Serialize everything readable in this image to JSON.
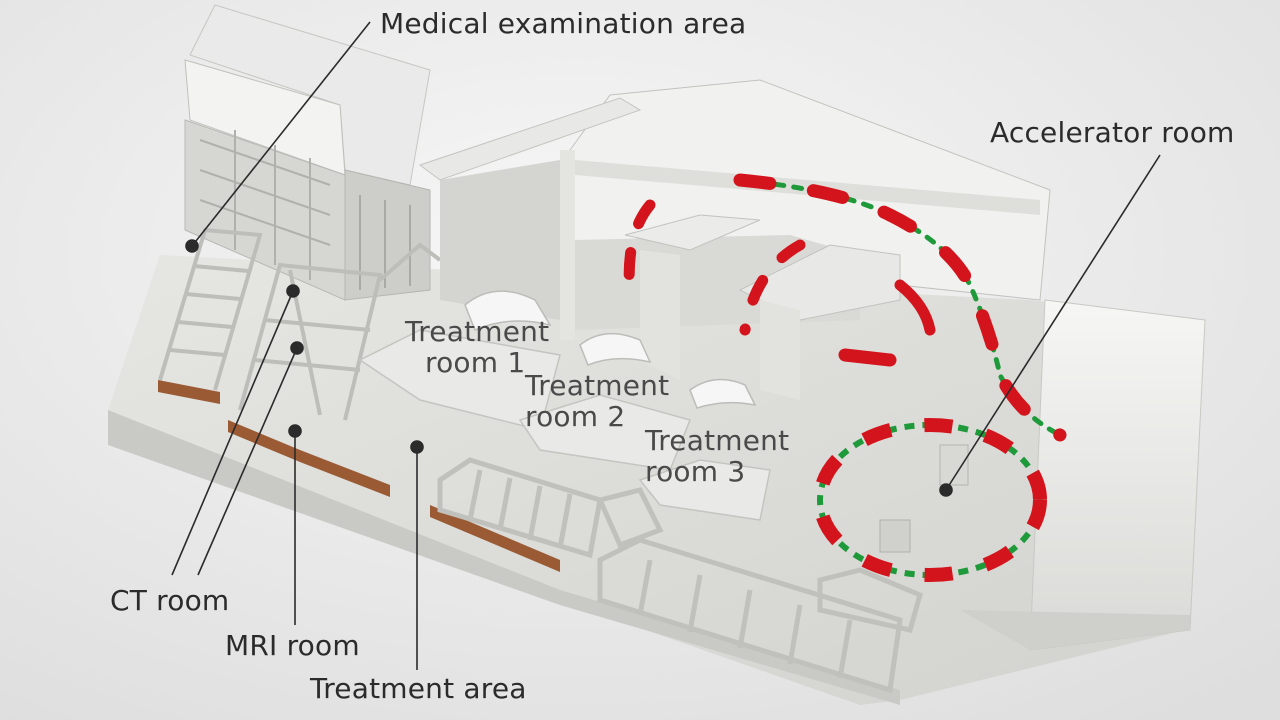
{
  "labels": {
    "medical_examination_area": "Medical examination area",
    "accelerator_room": "Accelerator room",
    "treatment_room_1": {
      "line1": "Treatment",
      "line2": "room 1"
    },
    "treatment_room_2": {
      "line1": "Treatment",
      "line2": "room 2"
    },
    "treatment_room_3": {
      "line1": "Treatment",
      "line2": "room 3"
    },
    "ct_room": "CT room",
    "mri_room": "MRI room",
    "treatment_area": "Treatment area"
  },
  "colors": {
    "background": "#ececec",
    "wall": "#f4f4f2",
    "floor": "#dcdcd8",
    "magnet_red": "#d4141c",
    "magnet_green": "#1f9a3a",
    "wood_trim": "#9a5a34",
    "leader_line": "#2b2b2b"
  }
}
